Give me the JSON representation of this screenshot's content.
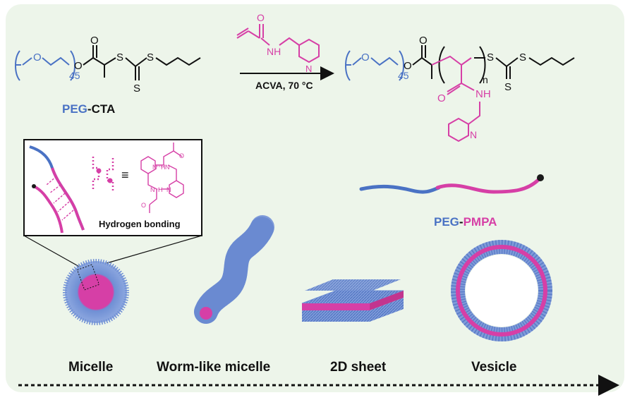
{
  "colors": {
    "peg_blue": "#4a72c4",
    "pmpa_magenta": "#d63fa6",
    "background_mint": "#edf5ea",
    "bond_black": "#1a1a1a"
  },
  "scheme": {
    "reactant_label_peg": "PEG",
    "reactant_label_rest": "-CTA",
    "repeat_45_left": "45",
    "repeat_45_right": "45",
    "repeat_n": "n",
    "atom_O": "O",
    "atom_S": "S",
    "atom_N": "N",
    "atom_NH": "NH",
    "atom_H": "H",
    "conditions": "ACVA, 70 °C"
  },
  "inset": {
    "equiv": "≡",
    "title": "Hydrogen bonding"
  },
  "product_label": {
    "peg": "PEG",
    "sep": "-",
    "pmpa": "PMPA"
  },
  "morphologies": [
    {
      "name": "Micelle"
    },
    {
      "name": "Worm-like micelle"
    },
    {
      "name": "2D sheet"
    },
    {
      "name": "Vesicle"
    }
  ]
}
